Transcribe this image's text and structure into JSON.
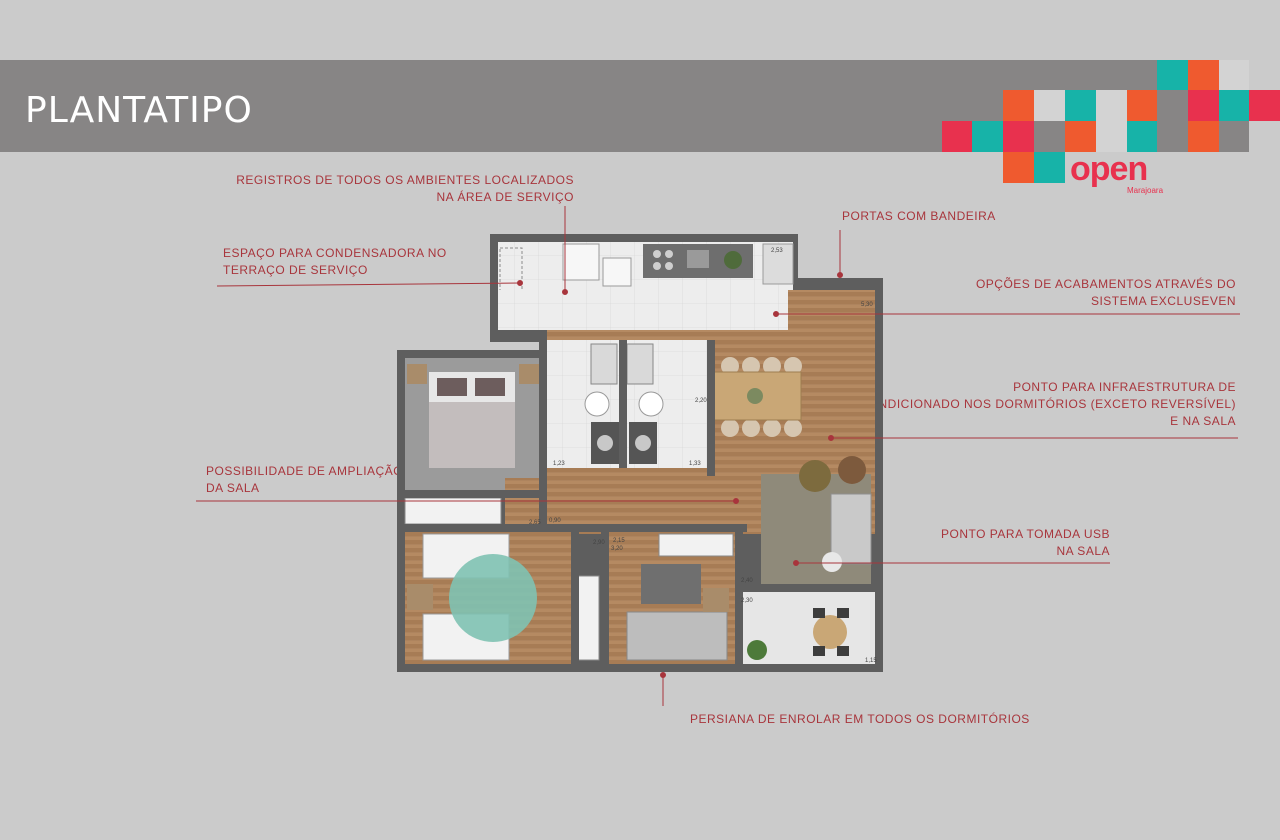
{
  "header": {
    "title": "PLANTATIPO"
  },
  "brand": {
    "name": "open",
    "sub": "Marajoara",
    "colors": {
      "pink": "#e8314e",
      "teal": "#17b3a8",
      "orange": "#ef5a2f",
      "grey": "#878585",
      "light": "#d3d3d3"
    }
  },
  "callouts": {
    "registros": [
      "REGISTROS DE TODOS OS AMBIENTES LOCALIZADOS",
      "NA ÁREA DE SERVIÇO"
    ],
    "condensadora": [
      "ESPAÇO PARA CONDENSADORA NO",
      "TERRAÇO DE SERVIÇO"
    ],
    "portas": [
      "PORTAS COM BANDEIRA"
    ],
    "acabamentos": [
      "OPÇÕES DE ACABAMENTOS ATRAVÉS DO",
      "SISTEMA EXCLUSEVEN"
    ],
    "ar": [
      "PONTO PARA INFRAESTRUTURA DE",
      "AR CONDICIONADO NOS DORMITÓRIOS (EXCETO REVERSÍVEL)",
      "E NA SALA"
    ],
    "ampliacao": [
      "POSSIBILIDADE DE AMPLIAÇÃO",
      "DA SALA"
    ],
    "usb": [
      "PONTO PARA TOMADA USB",
      "NA SALA"
    ],
    "persiana": [
      "PERSIANA DE ENROLAR EM TODOS OS DORMITÓRIOS"
    ]
  },
  "plan_labels": [
    "1,23",
    "1,33",
    "2,53",
    "2,90",
    "2,40",
    "2,30",
    "3,20",
    "2,20",
    "2,65",
    "0,90",
    "2,15",
    "1,15",
    "5,30"
  ]
}
